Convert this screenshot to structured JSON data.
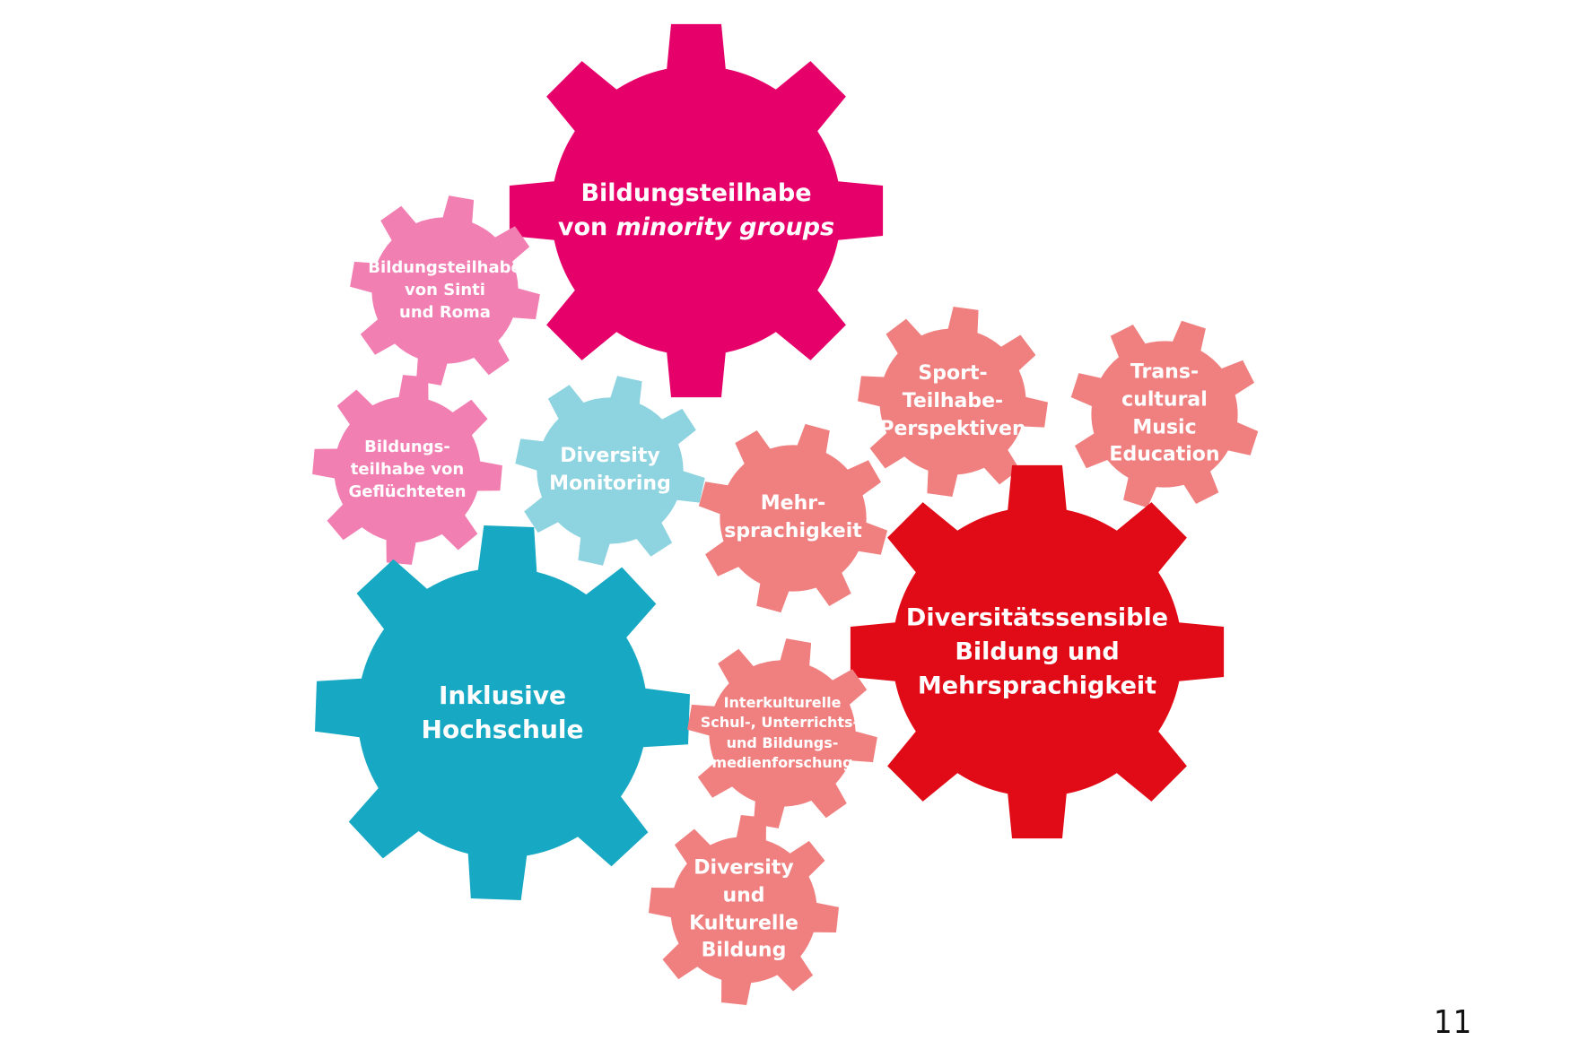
{
  "gears": [
    {
      "id": "bildungsteilhabe-minority",
      "color": "#e5006a",
      "lines": [
        "Bildungsteilhabe",
        "von |minority groups|"
      ]
    },
    {
      "id": "bildungsteilhabe-sinti-roma",
      "color": "#f27fb2",
      "lines": [
        "Bildungsteilhabe",
        "von Sinti",
        "und Roma"
      ]
    },
    {
      "id": "bildungsteilhabe-gefluechtete",
      "color": "#f27fb2",
      "lines": [
        "Bildungs-",
        "teilhabe von",
        "Geflüchteten"
      ]
    },
    {
      "id": "diversity-monitoring",
      "color": "#8dd3e0",
      "lines": [
        "Diversity",
        "Monitoring"
      ]
    },
    {
      "id": "inklusive-hochschule",
      "color": "#17a8c3",
      "lines": [
        "Inklusive",
        "Hochschule"
      ]
    },
    {
      "id": "mehrsprachigkeit",
      "color": "#f08080",
      "lines": [
        "Mehr-",
        "sprachigkeit"
      ]
    },
    {
      "id": "sport-teilhabe",
      "color": "#f08080",
      "lines": [
        "Sport-",
        "Teilhabe-",
        "Perspektiven"
      ]
    },
    {
      "id": "transcultural-music",
      "color": "#f08080",
      "lines": [
        "Trans-",
        "cultural",
        "Music",
        "Education"
      ]
    },
    {
      "id": "diversitaetssensible-bildung",
      "color": "#e10b17",
      "lines": [
        "Diversitätssensible",
        "Bildung und",
        "Mehrsprachigkeit"
      ]
    },
    {
      "id": "interkulturelle-forschung",
      "color": "#f08080",
      "lines": [
        "Interkulturelle",
        "Schul-, Unterrichts-,",
        "und Bildungs-",
        "medienforschung"
      ]
    },
    {
      "id": "diversity-kulturelle-bildung",
      "color": "#f08080",
      "lines": [
        "Diversity",
        "und",
        "Kulturelle",
        "Bildung"
      ]
    }
  ],
  "page_number": "11"
}
